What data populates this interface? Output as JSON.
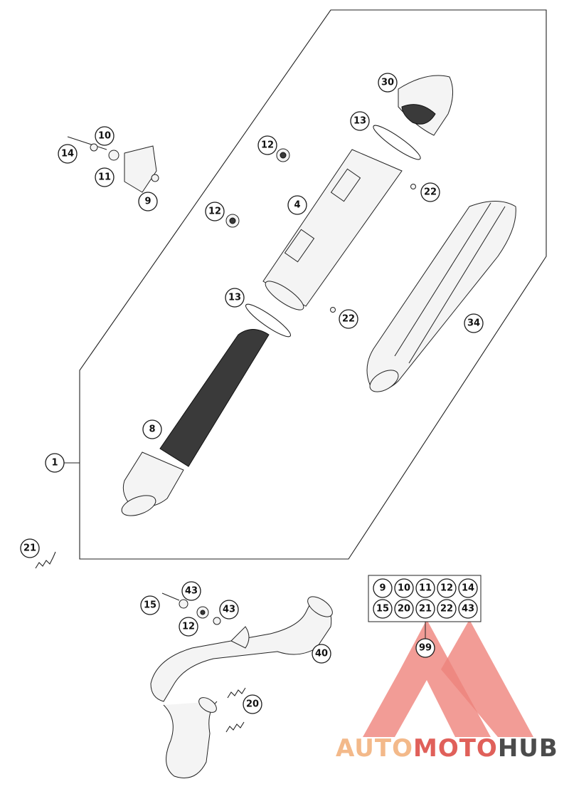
{
  "callouts": {
    "c30": "30",
    "c13a": "13",
    "c22a": "22",
    "c34": "34",
    "c4": "4",
    "c12a": "12",
    "c12b": "12",
    "c13b": "13",
    "c22b": "22",
    "c10": "10",
    "c14a": "14",
    "c11": "11",
    "c9": "9",
    "c8": "8",
    "c1": "1",
    "c21": "21",
    "c15": "15",
    "c43a": "43",
    "c43b": "43",
    "c12c": "12",
    "c40": "40",
    "c20": "20",
    "c99": "99"
  },
  "kit_table": {
    "row1": [
      "9",
      "10",
      "11",
      "12",
      "14"
    ],
    "row2": [
      "15",
      "20",
      "21",
      "22",
      "43"
    ]
  },
  "watermark": {
    "part1": "AUTO",
    "part2": "MOTO",
    "part3": "HUB",
    "colors": {
      "auto": "#f3b98a",
      "moto": "#e0605a",
      "hub": "#4b4b4b",
      "logo": "#e85a50"
    }
  }
}
